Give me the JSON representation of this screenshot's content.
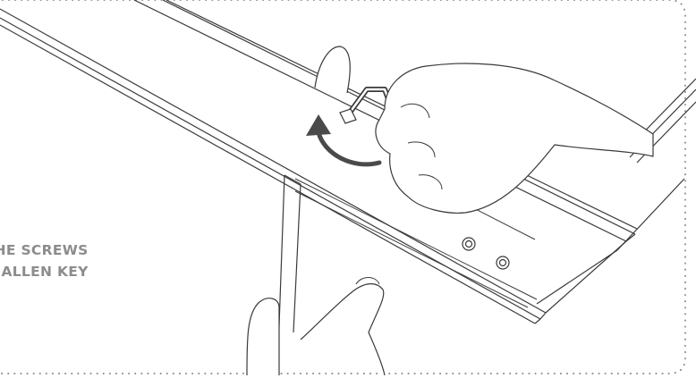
{
  "caption": {
    "line1": "TEN THE SCREWS",
    "line2": "G THE ALLEN KEY"
  },
  "colors": {
    "caption": "#8c8c8c",
    "line_art": "#3a3a3a",
    "arrow": "#4a4a4a",
    "border_dots": "#8c8c8c",
    "background": "#ffffff"
  },
  "icons": {
    "rotation_arrow": "curved-arrow-counterclockwise",
    "tool": "allen-key"
  }
}
